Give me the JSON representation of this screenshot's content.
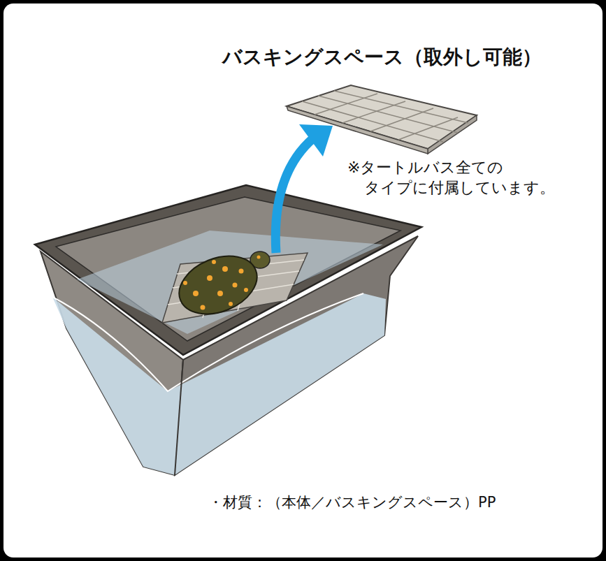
{
  "diagram": {
    "labels": [
      "バスキングスペース（取外し可能）",
      "※タートルバス全ての タイプに付属しています。",
      "・材質：（本体／バスキングスペース）PP"
    ]
  }
}
